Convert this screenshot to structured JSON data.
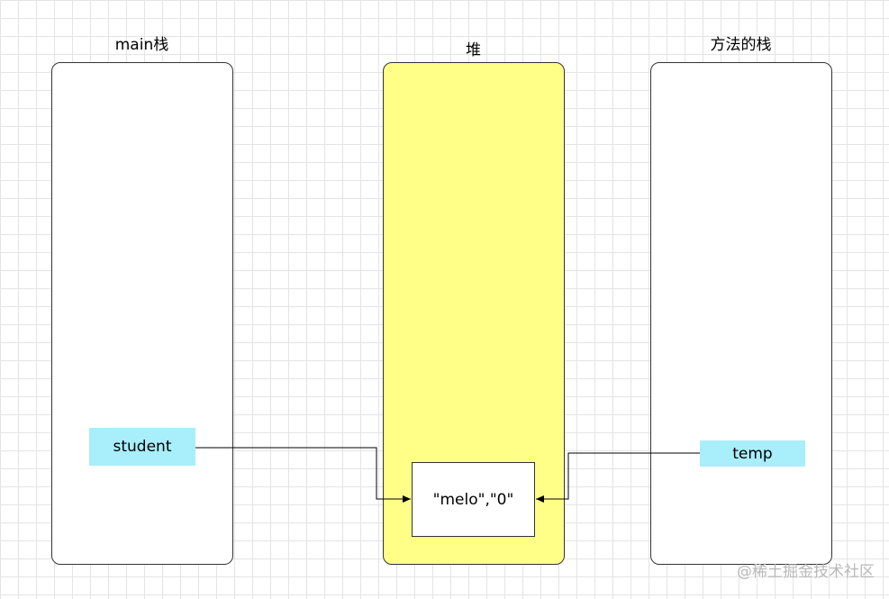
{
  "panels": {
    "main_stack": {
      "title": "main栈"
    },
    "heap": {
      "title": "堆"
    },
    "method_stack": {
      "title": "方法的栈"
    }
  },
  "variables": {
    "student": {
      "label": "student"
    },
    "temp": {
      "label": "temp"
    }
  },
  "heap_object": {
    "label": "\"melo\",\"0\""
  },
  "watermark": {
    "text": "@稀土掘金技术社区"
  },
  "colors": {
    "heap_fill": "#ffff88",
    "variable_fill": "#a8eefb",
    "border": "#333333",
    "grid": "#e4e4e4"
  }
}
